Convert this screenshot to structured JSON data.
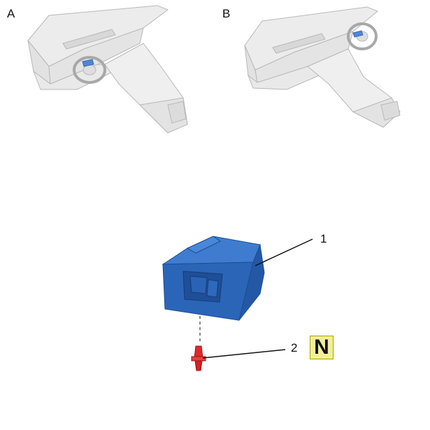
{
  "views": {
    "left_label": "A",
    "right_label": "B"
  },
  "callouts": {
    "part1": "1",
    "part2": "2"
  },
  "badge": {
    "letter": "N",
    "color": "#f3ef99"
  },
  "colors": {
    "dash_panel": "#e8e8e8",
    "dash_outline": "#b5b5b5",
    "module": "#2a65b8",
    "clip": "#e02a2a",
    "highlight": "#4f86d4"
  }
}
